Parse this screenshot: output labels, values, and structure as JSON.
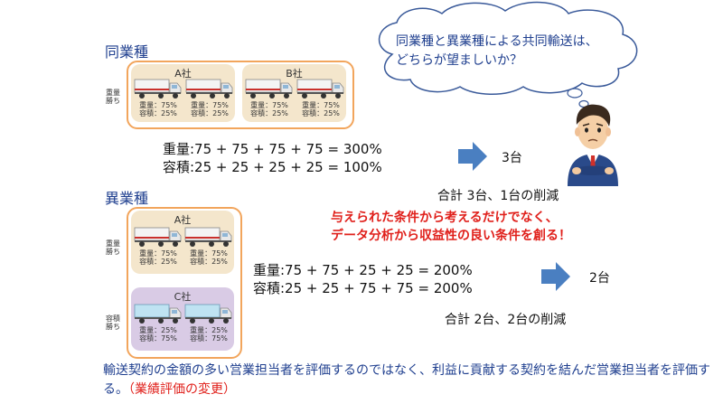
{
  "same_industry": {
    "title": "同業種",
    "side_label": "重量\n勝ち",
    "companies": [
      {
        "name": "A社",
        "trucks": [
          {
            "spec": "重量：75%\n容積：25%"
          },
          {
            "spec": "重量：75%\n容積：25%"
          }
        ]
      },
      {
        "name": "B社",
        "trucks": [
          {
            "spec": "重量：75%\n容積：25%"
          },
          {
            "spec": "重量：75%\n容積：25%"
          }
        ]
      }
    ],
    "formula_weight": "重量:75 + 75 + 75 + 75 = 300%",
    "formula_volume": "容積:25 + 25 + 25 + 25 = 100%",
    "result": "3台",
    "summary": "合計 3台、1台の削減"
  },
  "different_industry": {
    "title": "異業種",
    "companies": [
      {
        "name": "A社",
        "side_label": "重量\n勝ち",
        "trucks": [
          {
            "spec": "重量：75%\n容積：25%"
          },
          {
            "spec": "重量：75%\n容積：25%"
          }
        ]
      },
      {
        "name": "C社",
        "side_label": "容積\n勝ち",
        "trucks": [
          {
            "spec": "重量：25%\n容積：75%"
          },
          {
            "spec": "重量：25%\n容積：75%"
          }
        ]
      }
    ],
    "formula_weight": "重量:75 + 75 + 25 + 25 = 200%",
    "formula_volume": "容積:25 + 25 + 75 + 75 = 200%",
    "result": "2台",
    "summary": "合計 2台、2台の削減"
  },
  "question": "同業種と異業種による共同輸送は、\nどちらが望ましいか？",
  "callout": "与えられた条件から考えるだけでなく、\nデータ分析から収益性の良い条件を創る！",
  "footer": {
    "main": "輸送契約の金額の多い営業担当者を評価するのではなく、利益に貢献する契約を結んだ営業担当者を評価する。",
    "highlight": "（業績評価の変更）"
  },
  "colors": {
    "blue_text": "#1f3f8f",
    "red_text": "#e0201b",
    "frame_orange": "#f2a55c",
    "company_beige": "#f4e6cc",
    "company_purple": "#d9cbe5",
    "arrow_blue": "#4a7fc1",
    "truck_red_stripe": "#c9302c",
    "truck_blue_box": "#bfe3f2"
  }
}
